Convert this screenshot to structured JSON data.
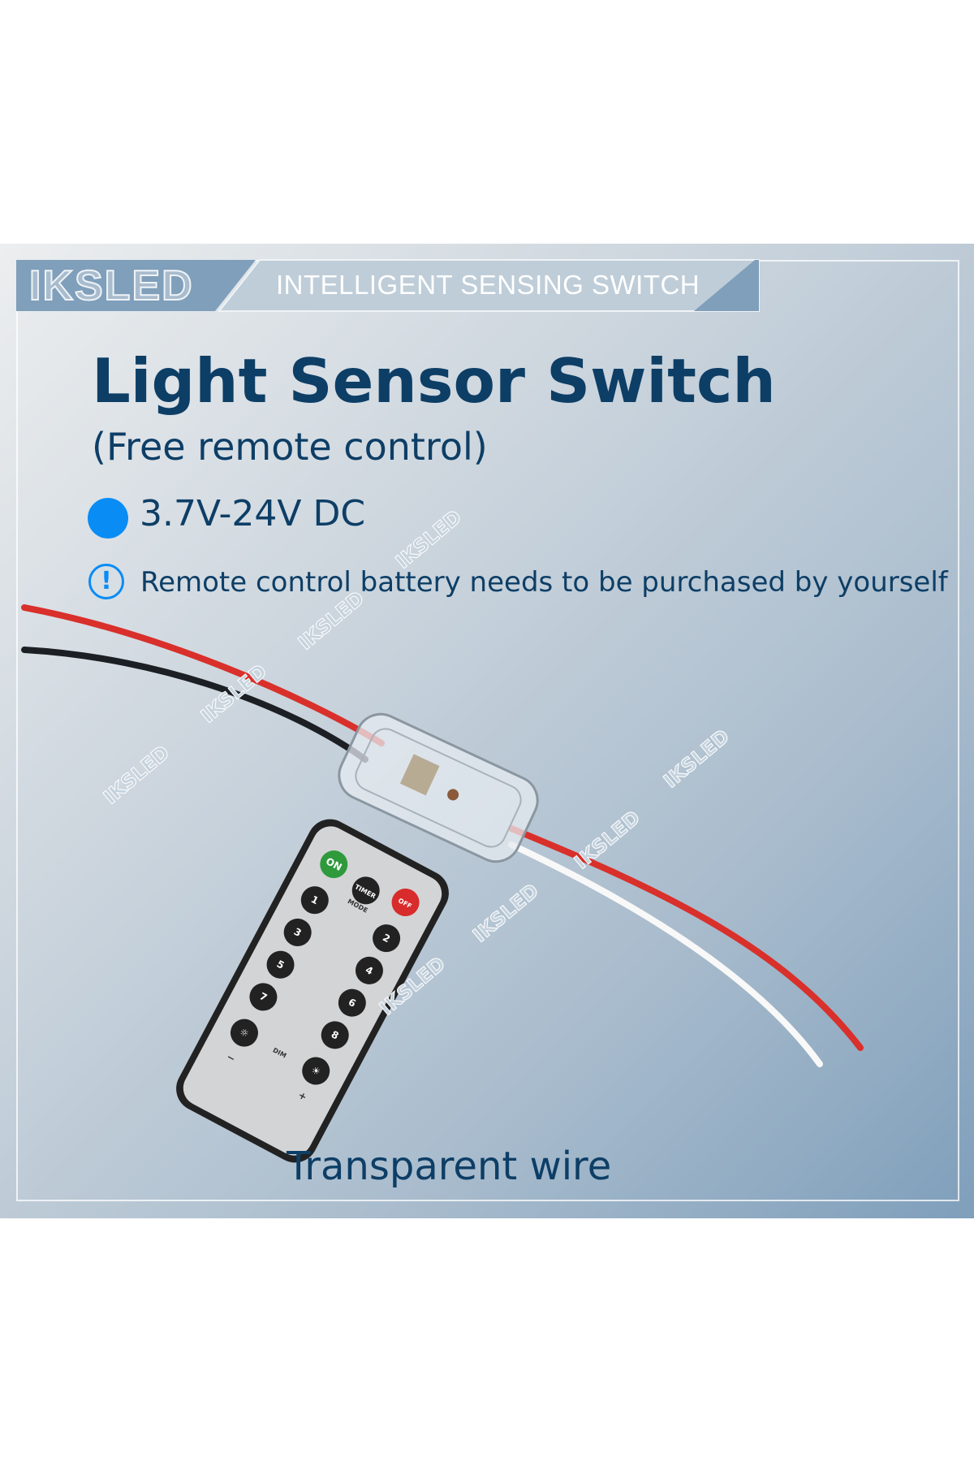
{
  "brand": "IKSLED",
  "banner": "INTELLIGENT SENSING SWITCH",
  "title": "Light Sensor Switch",
  "subtitle": "(Free remote control)",
  "voltage": "3.7V-24V DC",
  "note": "Remote control battery needs to be purchased by yourself",
  "caption": "Transparent wire",
  "remote": {
    "on": "ON",
    "timer": "TIMER",
    "off": "OFF",
    "mode": "MODE",
    "dim": "DIM",
    "keys": [
      "1",
      "2",
      "3",
      "4",
      "5",
      "6",
      "7",
      "8"
    ],
    "minus": "−",
    "plus": "+"
  },
  "watermark": "IKSLED",
  "colors": {
    "title": "#0d3e66",
    "accent": "#0a8cf5"
  }
}
